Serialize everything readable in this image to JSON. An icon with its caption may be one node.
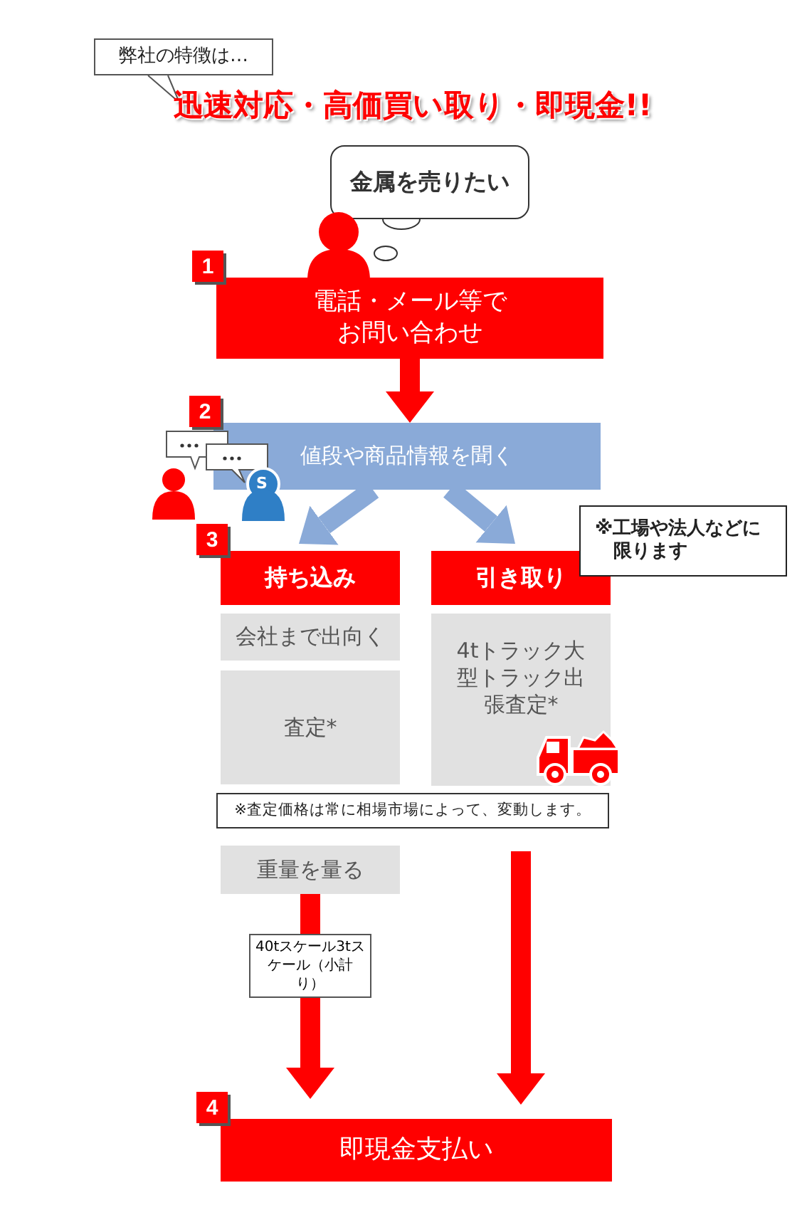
{
  "diagram": {
    "title": "迅速対応・高価買い取り・即現金!!",
    "nodes": [
      {
        "text": [
          "弊社の特徴は…"
        ]
      },
      {
        "text": [
          "金属を売りたい"
        ]
      },
      {
        "text": [],
        "shape": "person"
      },
      {
        "text": [
          "電話・メール等でお問い合わせ"
        ],
        "beside": [
          "1"
        ]
      },
      {
        "text": [
          "値段や商品情報を聞く"
        ],
        "beside": [
          "2"
        ]
      },
      {
        "text": [
          "持ち込み"
        ],
        "beside": [
          "3"
        ]
      },
      {
        "text": [
          "引き取り"
        ]
      },
      {
        "text": [
          "※工場や法人などに限ります"
        ]
      },
      {
        "text": [
          "会社まで出向く"
        ]
      },
      {
        "text": [
          "査定*"
        ]
      },
      {
        "text": [
          "4tトラック大型トラック出張査定*"
        ]
      },
      {
        "text": [
          "※査定価格は常に相場市場によって、変動します。"
        ]
      },
      {
        "text": [
          "重量を量る"
        ]
      },
      {
        "text": [
          "即現金支払い"
        ],
        "beside": [
          "4"
        ]
      }
    ],
    "edges": [
      {
        "from": 3,
        "to": 4,
        "arrow": "to"
      },
      {
        "from": 4,
        "to": 5,
        "arrow": "to",
        "color": "#8aaad8"
      },
      {
        "from": 4,
        "to": 6,
        "arrow": "to",
        "color": "#8aaad8"
      },
      {
        "from": 12,
        "to": 13,
        "arrow": "to",
        "label": "40tスケール3tスケール（小計り）"
      },
      {
        "from": null,
        "to": 13,
        "arrow": "to"
      }
    ],
    "labels": [
      "S"
    ]
  }
}
